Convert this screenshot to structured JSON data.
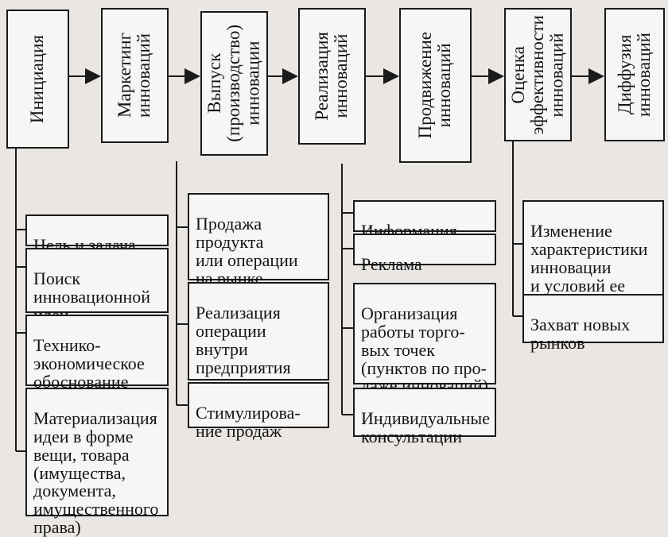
{
  "stages": [
    {
      "label": "Инициация"
    },
    {
      "label": "Маркетинг\nинноваций"
    },
    {
      "label": "Выпуск\n(производство)\nинновации"
    },
    {
      "label": "Реализация\nинноваций"
    },
    {
      "label": "Продвижение\nинноваций"
    },
    {
      "label": "Оценка\nэффективности\nинноваций"
    },
    {
      "label": "Диффузия\nинноваций"
    }
  ],
  "details": {
    "initiation": [
      "Цель и задача",
      "Поиск\nинновационной\nидеи",
      "Технико-\nэкономическое\nобоснование",
      "Материализация\nидеи в форме\nвещи, товара\n(имущества,\nдокумента,\nимущественного\nправа)"
    ],
    "production": [
      "Продажа\nпродукта\nили операции\nна рынке",
      "Реализация\nоперации\nвнутри\nпредприятия",
      "Стимулирова-\nние продаж"
    ],
    "promotion": [
      "Информация",
      "Реклама",
      "Организация\nработы торго-\nвых точек\n(пунктов по про-\nдаже инноваций)",
      "Индивидуальные\nконсультации"
    ],
    "evaluation": [
      "Изменение\nхарактеристики\nинновации\nи условий ее\nпродвижения",
      "Захват новых\nрынков"
    ]
  },
  "colors": {
    "line": "#1a1a1a",
    "box_fill": "#f7f6f4",
    "page": "#e9e6e3"
  }
}
